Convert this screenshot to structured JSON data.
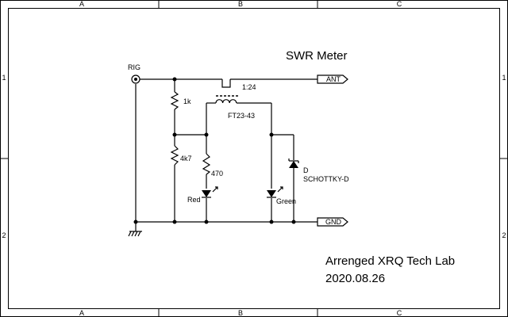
{
  "title": "SWR Meter",
  "credit": {
    "line1": "Arrenged XRQ Tech Lab",
    "line2": "2020.08.26"
  },
  "frame": {
    "columns": [
      "A",
      "B",
      "C"
    ],
    "rows": [
      "1",
      "2"
    ]
  },
  "ports": {
    "rig": "RIG",
    "ant": "ANT",
    "gnd": "GND"
  },
  "components": {
    "r1": "1k",
    "r2": "4k7",
    "r3": "470",
    "led_red": "Red",
    "led_green": "Green",
    "transformer_ratio": "1:24",
    "core": "FT23-43",
    "diode_ref": "D",
    "diode_type": "SCHOTTKY-D"
  }
}
